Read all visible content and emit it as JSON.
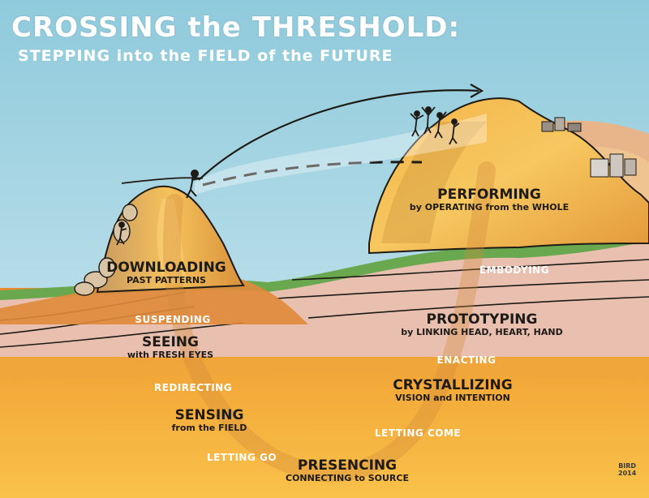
{
  "title": "CROSSING the THRESHOLD:",
  "subtitle": "STEPPING into the FIELD of the FUTURE",
  "left_labels": {
    "downloading": "DOWNLOADING",
    "downloading_sub": "PAST PATTERNS",
    "suspending": "SUSPENDING",
    "seeing": "SEEING",
    "seeing_sub": "with FRESH EYES",
    "redirecting": "REDIRECTING",
    "sensing": "SENSING",
    "sensing_sub": "from the FIELD",
    "letting_go": "LETTING GO"
  },
  "bottom_labels": {
    "presencing": "PRESENCING",
    "presencing_sub": "CONNECTING to SOURCE"
  },
  "right_labels": {
    "performing": "PERFORMING",
    "performing_sub": "by OPERATING from the WHOLE",
    "embodying": "EMBODYING",
    "prototyping": "PROTOTYPING",
    "prototyping_sub": "by LINKING HEAD, HEART, HAND",
    "enacting": "ENACTING",
    "crystallizing": "CRYSTALLIZING",
    "crystallizing_sub": "VISION and INTENTION",
    "letting_come": "LETTING COME"
  },
  "signature": {
    "line1": "BIRD",
    "line2": "2014"
  },
  "colors": {
    "sky": "#a9d6e3",
    "rock_orange": "#f0a640",
    "ground_orange": "#f6b53d",
    "deep_orange": "#e6892a",
    "strata_pink": "#e9c0b0",
    "grass_green": "#6aa84f",
    "line_dark": "#1e1a15"
  }
}
